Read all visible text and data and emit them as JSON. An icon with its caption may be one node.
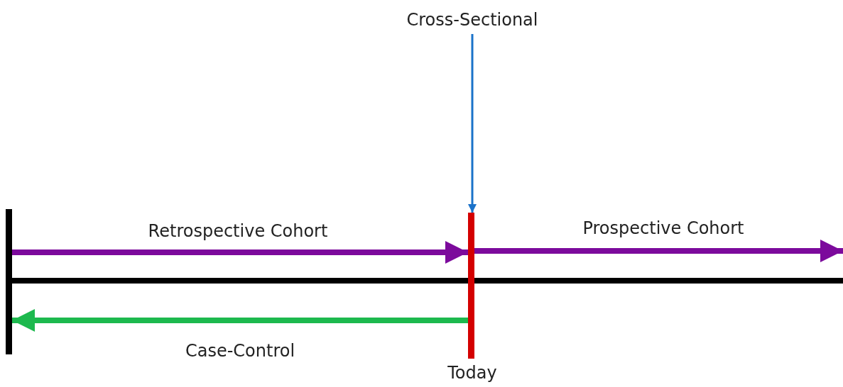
{
  "diagram": {
    "nodes": [
      {
        "text": [
          "Cross-Sectional"
        ]
      },
      {
        "text": [],
        "shape": "bar",
        "beside": [
          "Today"
        ]
      },
      {
        "text": [],
        "shape": "bar"
      }
    ],
    "edges": [
      {
        "from": 0,
        "to": 1,
        "arrow": "to",
        "color": "#1a72c9"
      },
      {
        "from": 2,
        "to": 1,
        "arrow": "to",
        "label": "Retrospective Cohort"
      },
      {
        "from": 1,
        "to": null,
        "arrow": "to",
        "label": "Prospective Cohort"
      },
      {
        "from": 1,
        "to": 2,
        "arrow": "to",
        "label": "Case-Control",
        "color": "#1db94e"
      }
    ]
  }
}
